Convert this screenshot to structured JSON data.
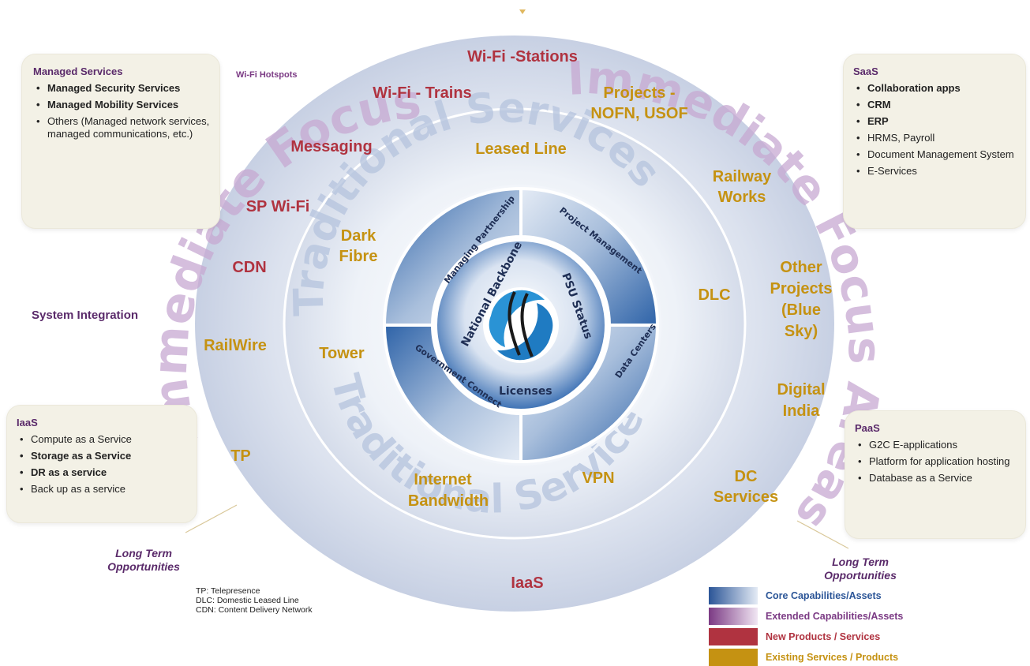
{
  "colors": {
    "core": "#2b5597",
    "extended": "#7b3a84",
    "new": "#b03340",
    "existing": "#c59212",
    "legend_text": "#5a2a6a"
  },
  "diagram": {
    "curved_labels": {
      "immediate_focus_areas_left": "Immediate Focus Areas",
      "immediate_focus_areas_right": "Immediate Focus Areas",
      "traditional_services_top": "Traditional Services",
      "traditional_services_bottom": "Traditional Services"
    },
    "segments": {
      "managing_partnership": "Managing Partnership",
      "project_management": "Project Management",
      "data_centers": "Data Centers",
      "government_connect": "Government Connect",
      "national_backbone": "National Backbone",
      "psu_status": "PSU Status",
      "licenses": "Licenses"
    },
    "center_logo": "logo-icon"
  },
  "outer_ring": {
    "wifi_stations": "Wi-Fi -Stations",
    "wifi_trains": "Wi-Fi - Trains",
    "projects_l1": "Projects -",
    "projects_l2": "NOFN, USOF",
    "messaging": "Messaging",
    "sp_wifi": "SP Wi-Fi",
    "cdn": "CDN",
    "railwire": "RailWire",
    "tp": "TP",
    "railway_l1": "Railway",
    "railway_l2": "Works",
    "other_l1": "Other",
    "other_l2": "Projects",
    "other_l3": "(Blue",
    "other_l4": "Sky)",
    "digital_l1": "Digital",
    "digital_l2": "India",
    "dc_l1": "DC",
    "dc_l2": "Services",
    "iaas": "IaaS"
  },
  "middle_ring": {
    "leased_line": "Leased Line",
    "dark_l1": "Dark",
    "dark_l2": "Fibre",
    "tower": "Tower",
    "dlc": "DLC",
    "internet_l1": "Internet",
    "internet_l2": "Bandwidth",
    "vpn": "VPN"
  },
  "side_labels": {
    "wifi_hotspots": "Wi-Fi Hotspots",
    "system_integration": "System Integration"
  },
  "managed_services": {
    "title": "Managed Services",
    "items": [
      "Managed Security Services",
      "Managed Mobility Services",
      "Others (Managed network services, managed communications, etc.)"
    ]
  },
  "saas": {
    "title": "SaaS",
    "items": [
      "Collaboration apps",
      "CRM",
      "ERP",
      "HRMS, Payroll",
      "Document Management System",
      "E-Services"
    ]
  },
  "iaas_box": {
    "title": "IaaS",
    "items": [
      "Compute as a Service",
      "Storage as a Service",
      "DR as a service",
      "Back up as a service"
    ]
  },
  "paas": {
    "title": "PaaS",
    "items": [
      "G2C E-applications",
      "Platform for application hosting",
      "Database as a Service"
    ]
  },
  "long_term": {
    "left_l1": "Long Term",
    "left_l2": "Opportunities",
    "right_l1": "Long Term",
    "right_l2": "Opportunities"
  },
  "abbreviations": [
    "TP: Telepresence",
    "DLC: Domestic Leased Line",
    "CDN: Content Delivery Network"
  ],
  "legend": [
    "Core Capabilities/Assets",
    "Extended Capabilities/Assets",
    "New Products / Services",
    "Existing Services / Products"
  ]
}
